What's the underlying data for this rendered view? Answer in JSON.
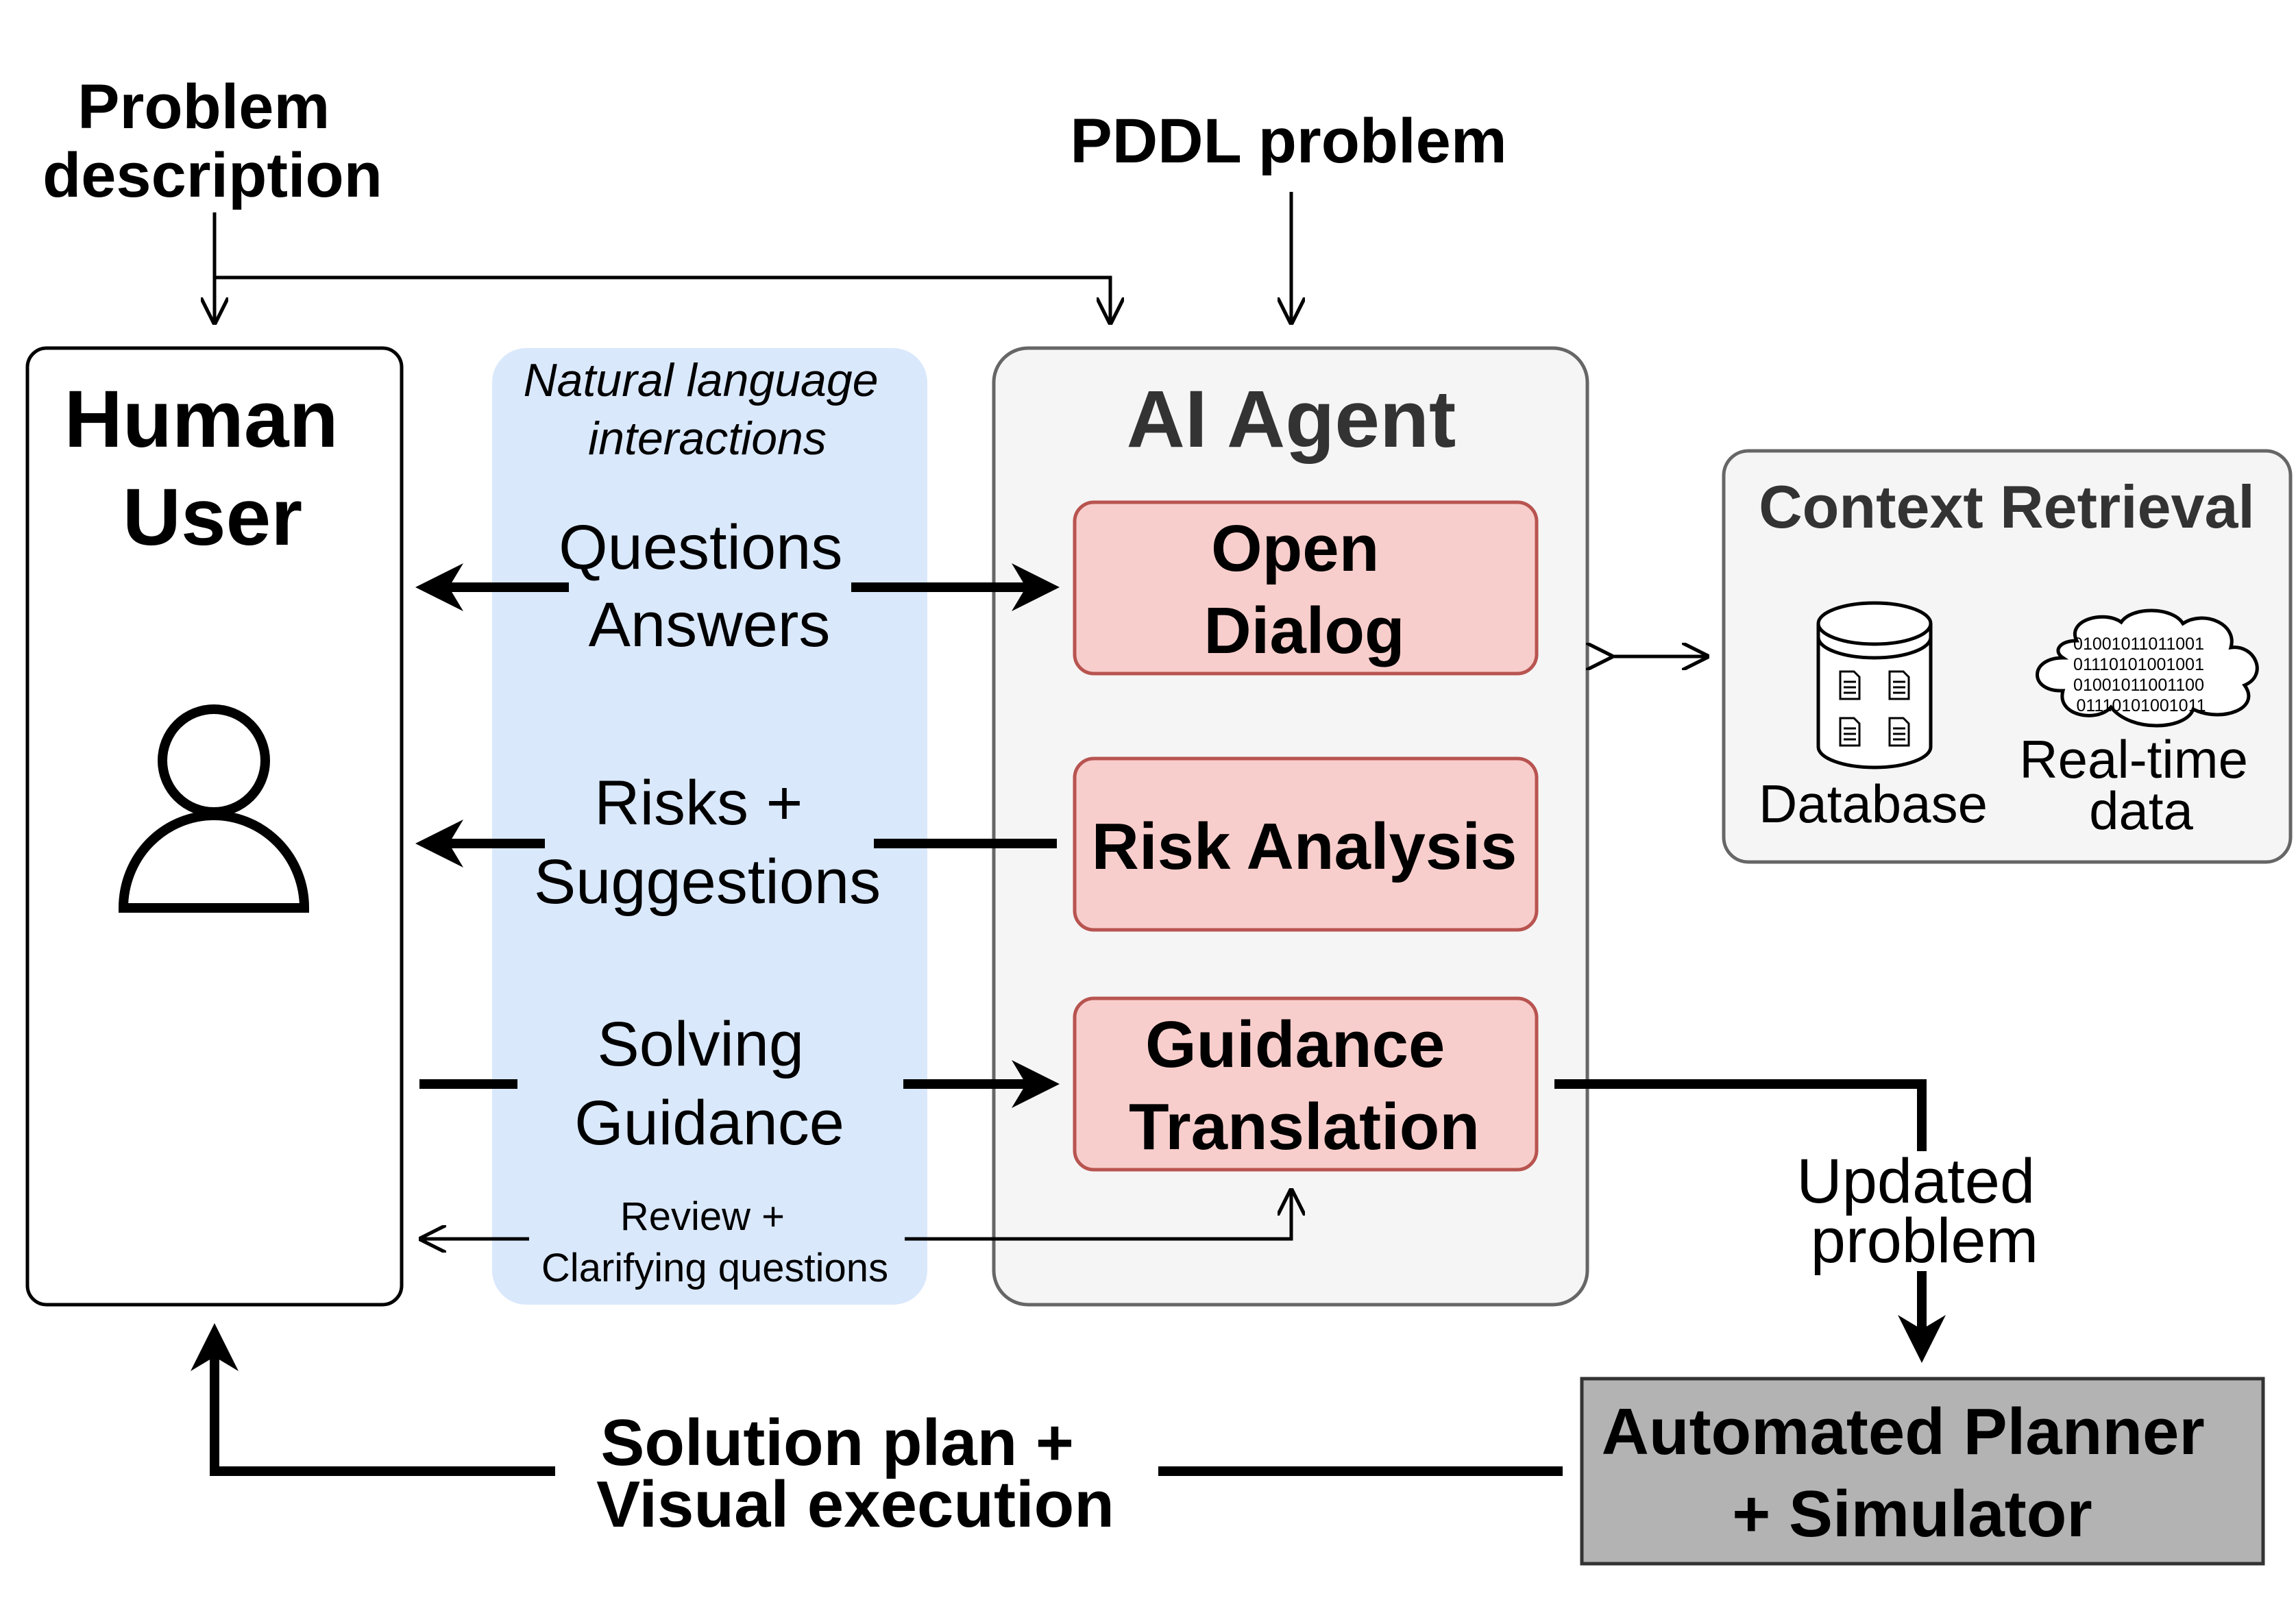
{
  "top": {
    "problem_description": [
      "Problem",
      "description"
    ],
    "pddl_problem": "PDDL problem"
  },
  "human": {
    "title": [
      "Human",
      "User"
    ],
    "icon": "user-icon"
  },
  "nl_panel": {
    "title": [
      "Natural language",
      "interactions"
    ],
    "questions_answers": [
      "Questions",
      "Answers"
    ],
    "risks_suggestions": [
      "Risks +",
      "Suggestions"
    ],
    "solving_guidance": [
      "Solving",
      "Guidance"
    ],
    "review": [
      "Review +",
      "Clarifying questions"
    ]
  },
  "ai_agent": {
    "title": "AI Agent",
    "open_dialog": [
      "Open",
      "Dialog"
    ],
    "risk_analysis": "Risk Analysis",
    "guidance_translation": [
      "Guidance",
      "Translation"
    ]
  },
  "context": {
    "title": "Context Retrieval",
    "database_label": "Database",
    "realtime_label": [
      "Real-time",
      "data"
    ],
    "binary": [
      "01001011011001",
      "01110101001001",
      "01001011001100",
      "01110101001011"
    ]
  },
  "planner": {
    "title": [
      "Automated Planner",
      "+ Simulator"
    ],
    "updated_problem": [
      "Updated",
      "problem"
    ]
  },
  "solution": [
    "Solution plan +",
    "Visual execution"
  ],
  "colors": {
    "nl_panel_fill": "#dae8fc",
    "agent_fill": "#f5f5f5",
    "agent_stroke": "#666666",
    "module_fill": "#f8cecc",
    "module_stroke": "#b85450",
    "planner_fill": "#b3b3b3"
  }
}
